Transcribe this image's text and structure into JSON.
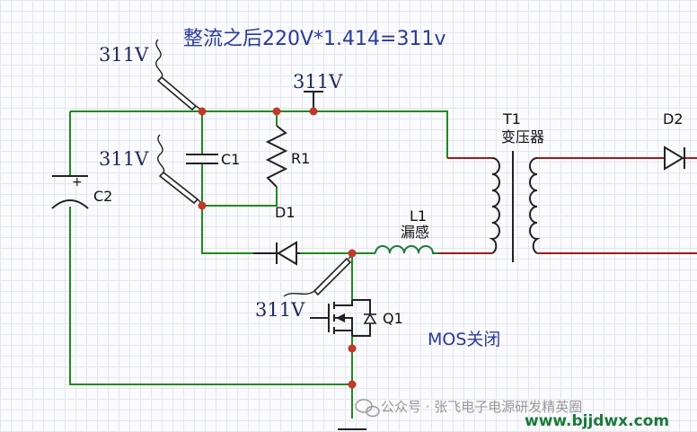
{
  "diagram": {
    "title": "整流之后220V*1.414=311v",
    "probe_labels": [
      "311V",
      "311V",
      "311V",
      "311V"
    ],
    "components": {
      "c1": "C1",
      "c2": "C2",
      "r1": "R1",
      "d1": "D1",
      "d2": "D2",
      "l1": "L1",
      "l1_desc": "漏感",
      "t1": "T1",
      "t1_desc": "变压器",
      "q1": "Q1",
      "c2_plus": "+"
    },
    "state_note": "MOS关闭",
    "colors": {
      "wire": "#1f8a1f",
      "junction": "#c0392b",
      "transformer_wire": "#9b1c1c",
      "label_blue": "#2a3a9a"
    }
  },
  "watermark": {
    "wechat_text": "公众号 · 张飞电子电源研发精英圈",
    "site": "www.bjjdwx.com"
  }
}
